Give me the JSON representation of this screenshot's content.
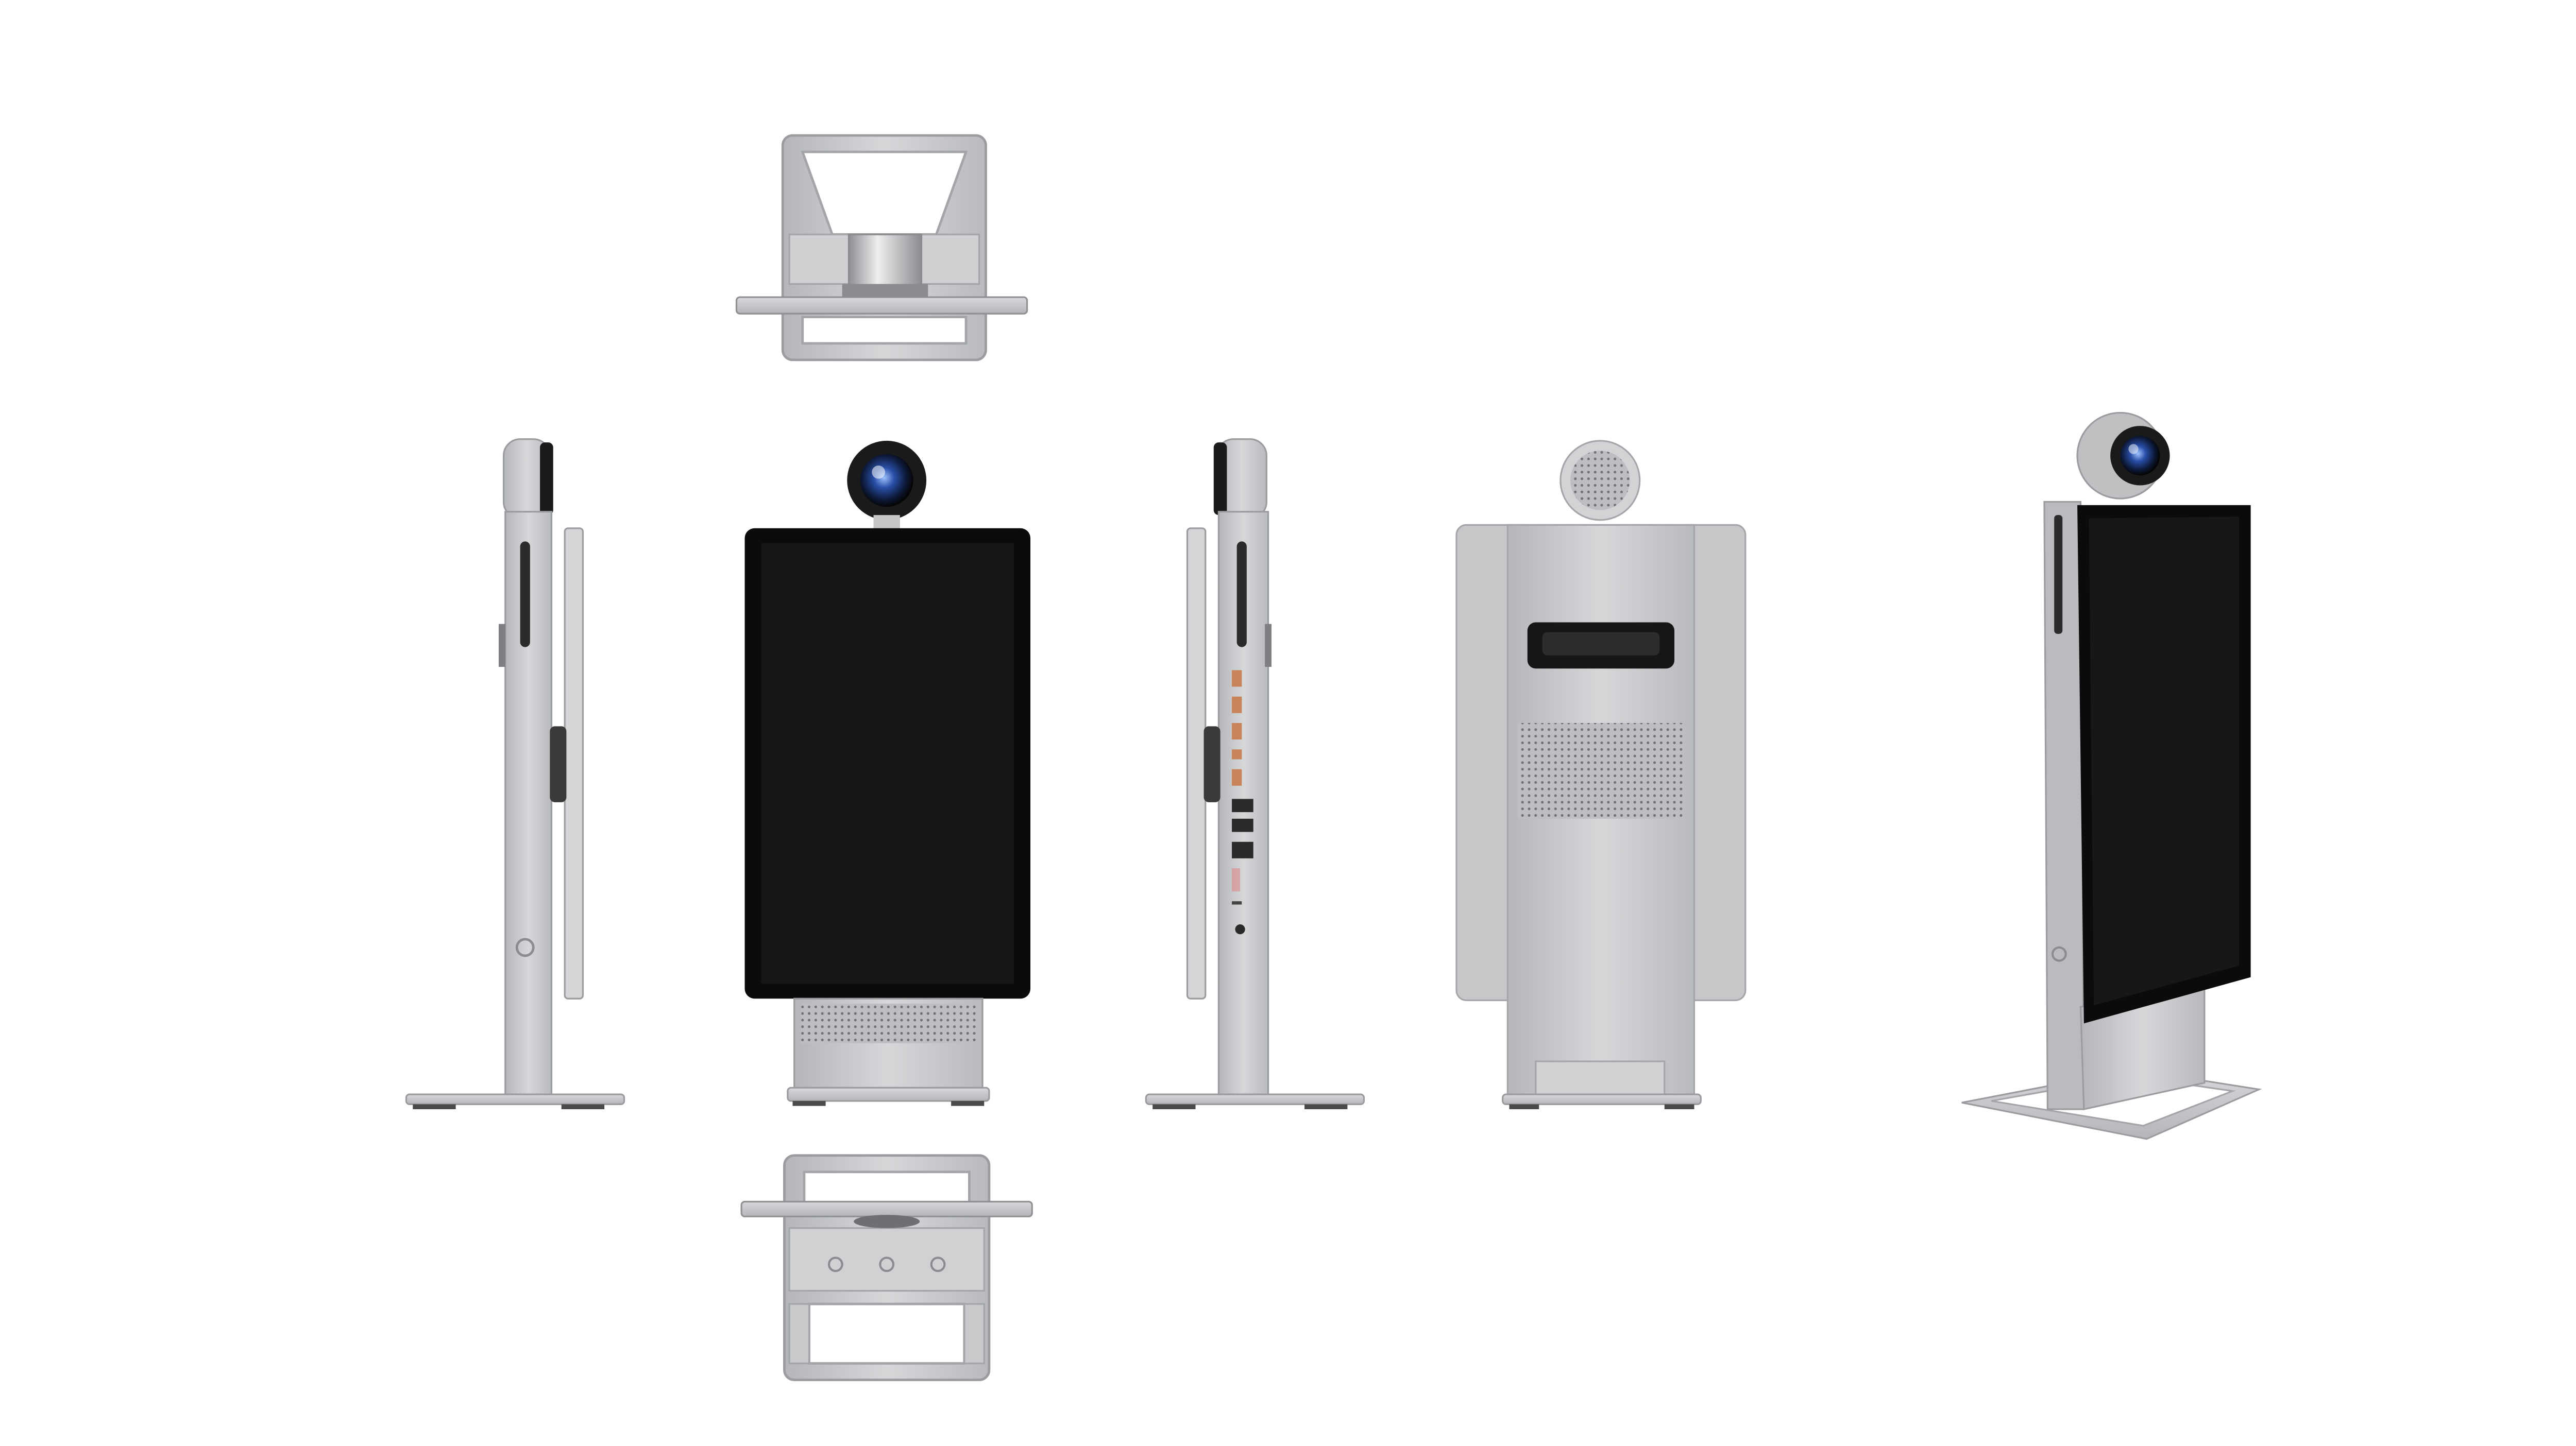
{
  "scene": {
    "subject": "product-orthographic-views",
    "background": "#ffffff",
    "views": [
      {
        "id": "top-view",
        "icon": "top-view-icon"
      },
      {
        "id": "left-side-view",
        "icon": "side-view-icon"
      },
      {
        "id": "front-view",
        "icon": "front-view-icon"
      },
      {
        "id": "right-side-view",
        "icon": "side-view-icon"
      },
      {
        "id": "back-view",
        "icon": "back-view-icon"
      },
      {
        "id": "perspective-view",
        "icon": "perspective-view-icon"
      },
      {
        "id": "bottom-view",
        "icon": "bottom-view-icon"
      }
    ]
  },
  "colors": {
    "aluminum": "#c9cacc",
    "aluminum_light": "#dcdddf",
    "aluminum_dark": "#a9abae",
    "screen": "#161616",
    "bezel": "#0b0b0b",
    "port": "#c8835a",
    "lens_blue": "#2a4fa8"
  }
}
